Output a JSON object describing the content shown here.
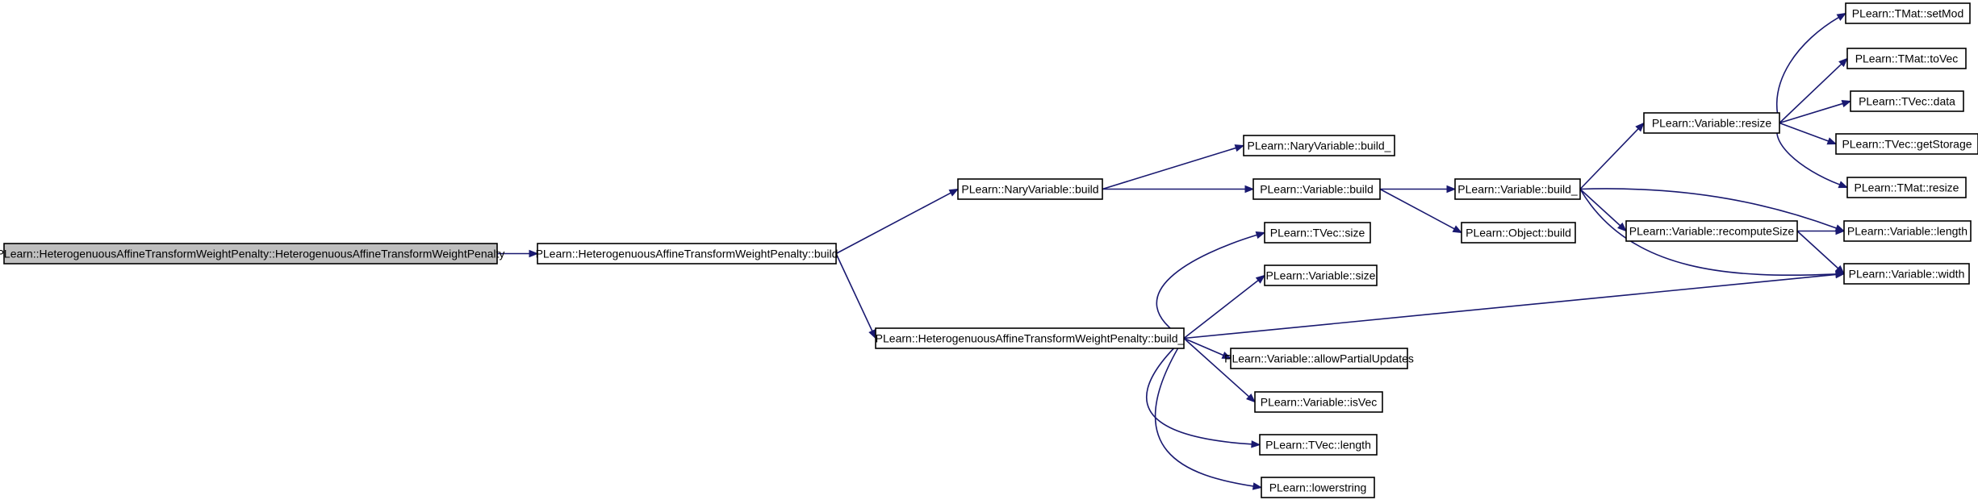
{
  "graph": {
    "nodes": [
      {
        "id": "n0",
        "label": "PLearn::HeterogenuousAffineTransformWeightPenalty::HeterogenuousAffineTransformWeightPenalty",
        "root": true
      },
      {
        "id": "n1",
        "label": "PLearn::HeterogenuousAffineTransformWeightPenalty::build"
      },
      {
        "id": "n2",
        "label": "PLearn::NaryVariable::build"
      },
      {
        "id": "n3",
        "label": "PLearn::HeterogenuousAffineTransformWeightPenalty::build_"
      },
      {
        "id": "n4",
        "label": "PLearn::NaryVariable::build_"
      },
      {
        "id": "n5",
        "label": "PLearn::Variable::build"
      },
      {
        "id": "n6",
        "label": "PLearn::Variable::build_"
      },
      {
        "id": "n7",
        "label": "PLearn::Object::build"
      },
      {
        "id": "n8",
        "label": "PLearn::Variable::resize"
      },
      {
        "id": "n9",
        "label": "PLearn::Variable::length"
      },
      {
        "id": "n10",
        "label": "PLearn::Variable::recomputeSize"
      },
      {
        "id": "n11",
        "label": "PLearn::Variable::width"
      },
      {
        "id": "n12",
        "label": "PLearn::TMat::setMod"
      },
      {
        "id": "n13",
        "label": "PLearn::TMat::toVec"
      },
      {
        "id": "n14",
        "label": "PLearn::TVec::data"
      },
      {
        "id": "n15",
        "label": "PLearn::TVec::getStorage"
      },
      {
        "id": "n16",
        "label": "PLearn::TMat::resize"
      },
      {
        "id": "n17",
        "label": "PLearn::TVec::size"
      },
      {
        "id": "n18",
        "label": "PLearn::Variable::size"
      },
      {
        "id": "n19",
        "label": "PLearn::Variable::allowPartialUpdates"
      },
      {
        "id": "n20",
        "label": "PLearn::Variable::isVec"
      },
      {
        "id": "n21",
        "label": "PLearn::TVec::length"
      },
      {
        "id": "n22",
        "label": "PLearn::lowerstring"
      }
    ],
    "edges": [
      {
        "from": "n0",
        "to": "n1"
      },
      {
        "from": "n1",
        "to": "n2"
      },
      {
        "from": "n1",
        "to": "n3"
      },
      {
        "from": "n2",
        "to": "n4"
      },
      {
        "from": "n2",
        "to": "n5"
      },
      {
        "from": "n5",
        "to": "n6"
      },
      {
        "from": "n5",
        "to": "n7"
      },
      {
        "from": "n6",
        "to": "n8"
      },
      {
        "from": "n6",
        "to": "n9"
      },
      {
        "from": "n6",
        "to": "n10"
      },
      {
        "from": "n6",
        "to": "n11"
      },
      {
        "from": "n8",
        "to": "n12"
      },
      {
        "from": "n8",
        "to": "n13"
      },
      {
        "from": "n8",
        "to": "n14"
      },
      {
        "from": "n8",
        "to": "n15"
      },
      {
        "from": "n8",
        "to": "n16"
      },
      {
        "from": "n10",
        "to": "n9"
      },
      {
        "from": "n10",
        "to": "n11"
      },
      {
        "from": "n3",
        "to": "n17"
      },
      {
        "from": "n3",
        "to": "n18"
      },
      {
        "from": "n3",
        "to": "n11"
      },
      {
        "from": "n3",
        "to": "n19"
      },
      {
        "from": "n3",
        "to": "n20"
      },
      {
        "from": "n3",
        "to": "n21"
      },
      {
        "from": "n3",
        "to": "n22"
      }
    ],
    "colors": {
      "edge": "#191970",
      "root_fill": "#bfbfbf",
      "node_fill": "#ffffff",
      "border": "#000000"
    }
  }
}
